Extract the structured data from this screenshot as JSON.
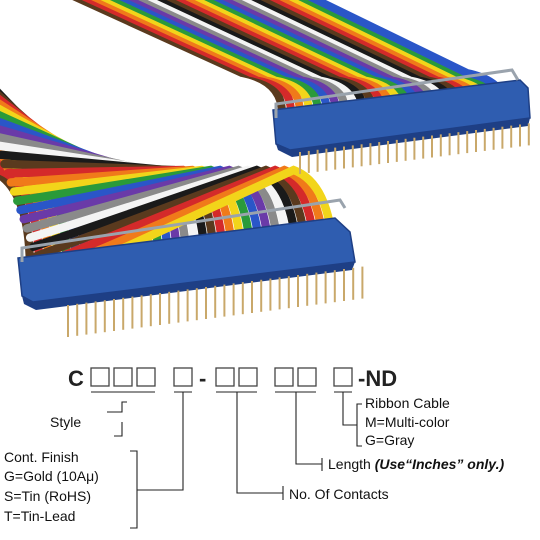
{
  "part_number": {
    "prefix": "C",
    "separator": "-",
    "suffix": "-ND"
  },
  "image": {
    "description_icon": "ribbon-cable-photo-icon"
  },
  "legend": {
    "style": "Style",
    "ribbon_cable": "Ribbon Cable",
    "multi_color": "M=Multi-color",
    "gray": "G=Gray",
    "length_label": "Length ",
    "length_note": "(Use“Inches” only.)",
    "contacts": "No. Of Contacts",
    "cont_finish": "Cont. Finish",
    "gold": "G=Gold (10Aμ)",
    "tin": "S=Tin (RoHS)",
    "tin_lead": "T=Tin-Lead"
  },
  "colors": {
    "connector": "#2f5db0",
    "connector_dark": "#1e3f85",
    "pin": "#c9a86a",
    "bracket": "#9aa3ad",
    "ribbon": [
      "#5a3a1e",
      "#d42a2a",
      "#f07a1a",
      "#f2d51a",
      "#2a9a3a",
      "#2a56c8",
      "#6a3aa8",
      "#8a8a8a",
      "#f4f4f4",
      "#1a1a1a"
    ]
  }
}
